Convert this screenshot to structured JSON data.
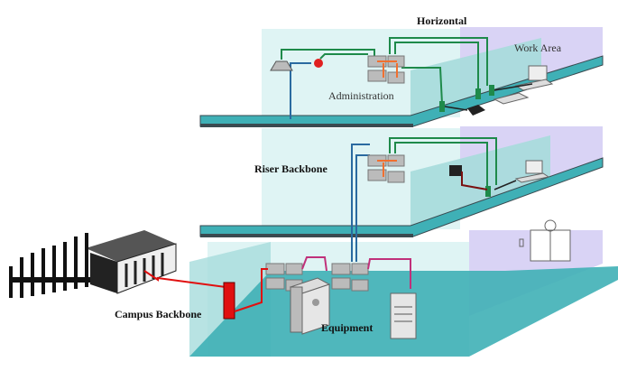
{
  "labels": {
    "horizontal": "Horizontal",
    "work_area": "Work Area",
    "administration": "Administration",
    "riser_backbone": "Riser Backbone",
    "campus_backbone": "Campus Backbone",
    "equipment": "Equipment"
  },
  "colors": {
    "floor": "#3fb0b6",
    "floor_edge": "#3a4a50",
    "back_wall": "#dff4f4",
    "side_wall": "#a6dcdc",
    "purple_wall": "#d9d3f5",
    "horizontal_cable": "#1e8a4a",
    "riser_cable": "#2a6aa0",
    "campus_cable": "#e01010",
    "equipment_cable": "#c0307a"
  }
}
